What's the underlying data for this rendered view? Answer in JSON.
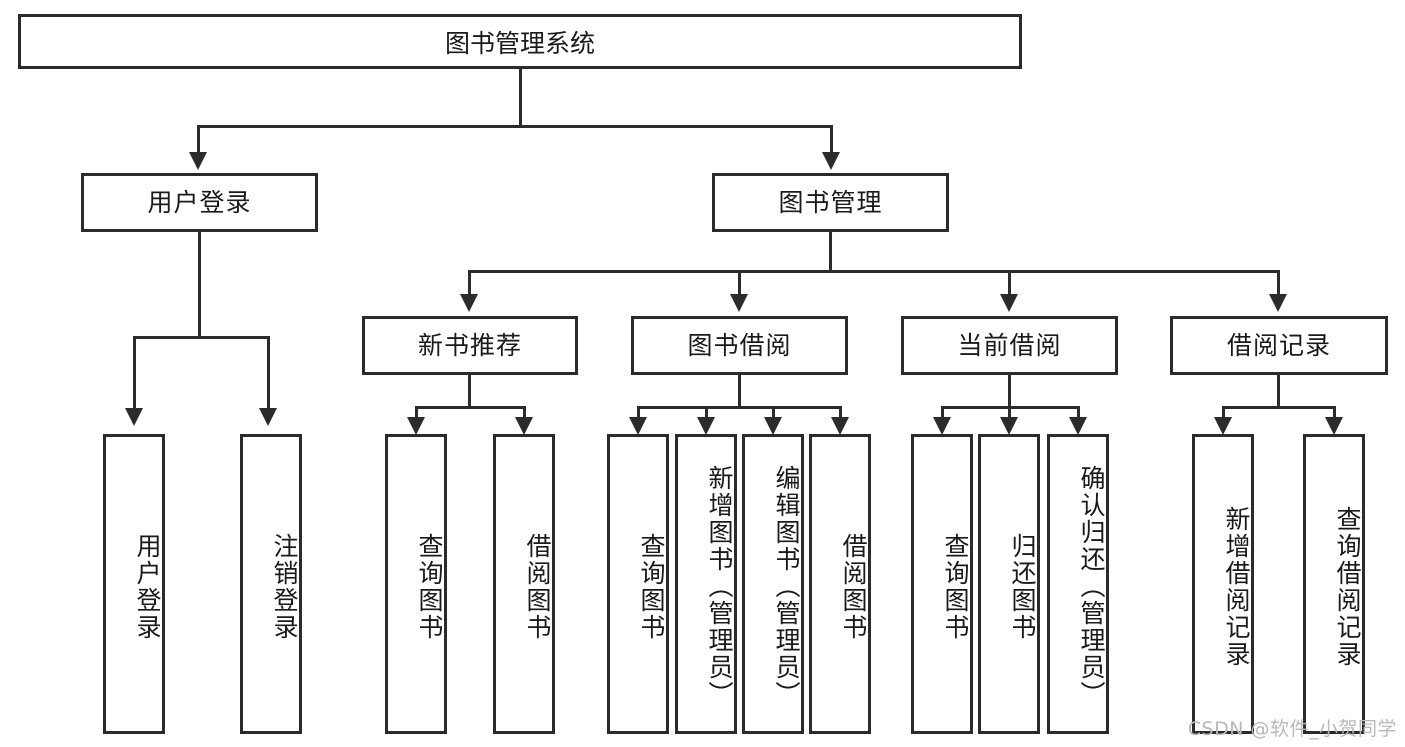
{
  "diagram": {
    "title": "图书管理系统",
    "type": "hierarchy-tree",
    "root": {
      "label": "图书管理系统"
    },
    "level2": [
      {
        "label": "用户登录"
      },
      {
        "label": "图书管理"
      }
    ],
    "level3": [
      {
        "label": "新书推荐"
      },
      {
        "label": "图书借阅"
      },
      {
        "label": "当前借阅"
      },
      {
        "label": "借阅记录"
      }
    ],
    "leaves_user_login": [
      {
        "label": "用户登录"
      },
      {
        "label": "注销登录"
      }
    ],
    "leaves_new_book": [
      {
        "label": "查询图书"
      },
      {
        "label": "借阅图书"
      }
    ],
    "leaves_borrow": [
      {
        "label": "查询图书"
      },
      {
        "label": "新增图书（管理员）"
      },
      {
        "label": "编辑图书（管理员）"
      },
      {
        "label": "借阅图书"
      }
    ],
    "leaves_current": [
      {
        "label": "查询图书"
      },
      {
        "label": "归还图书"
      },
      {
        "label": "确认归还（管理员）"
      }
    ],
    "leaves_records": [
      {
        "label": "新增借阅记录"
      },
      {
        "label": "查询借阅记录"
      }
    ]
  },
  "watermark": {
    "text": "CSDN @软件_小贺同学"
  },
  "colors": {
    "stroke": "#2b2b2b",
    "fill": "#ffffff",
    "text": "#1a1a1a",
    "watermark": "#b9b9b9"
  }
}
